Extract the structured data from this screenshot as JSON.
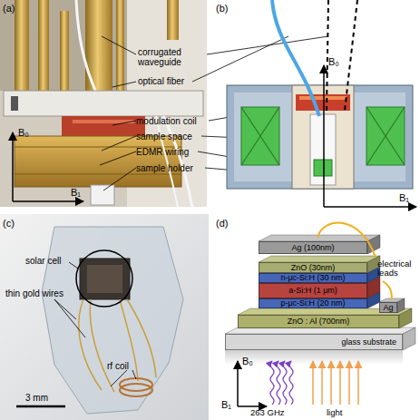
{
  "diagram": {
    "nodes": [
      {
        "text": [
          "Ag (100nm)"
        ]
      },
      {
        "text": [
          "ZnO (30nm)"
        ]
      },
      {
        "text": [
          "n-μc-Si:H (30 nm)"
        ]
      },
      {
        "text": [
          "a-Si:H (1 μm)"
        ]
      },
      {
        "text": [
          "p-μc-Si:H (20 nm)"
        ]
      },
      {
        "text": [
          "Ag"
        ]
      },
      {
        "text": [
          "ZnO : Al (700nm)"
        ]
      },
      {
        "text": [
          "glass substrate"
        ]
      }
    ],
    "labels": [
      "(a)",
      "corrugated waveguide",
      "optical fiber",
      "modulation coil",
      "sample space",
      "EDMR wiring",
      "sample holder",
      "B₀",
      "B₁",
      "(b)",
      "B₀",
      "B₁",
      "(c)",
      "solar cell",
      "thin gold wires",
      "rf coil",
      "3 mm",
      "(d)",
      "electrical leads",
      "B₀",
      "B₁",
      "263 GHz",
      "light"
    ]
  }
}
